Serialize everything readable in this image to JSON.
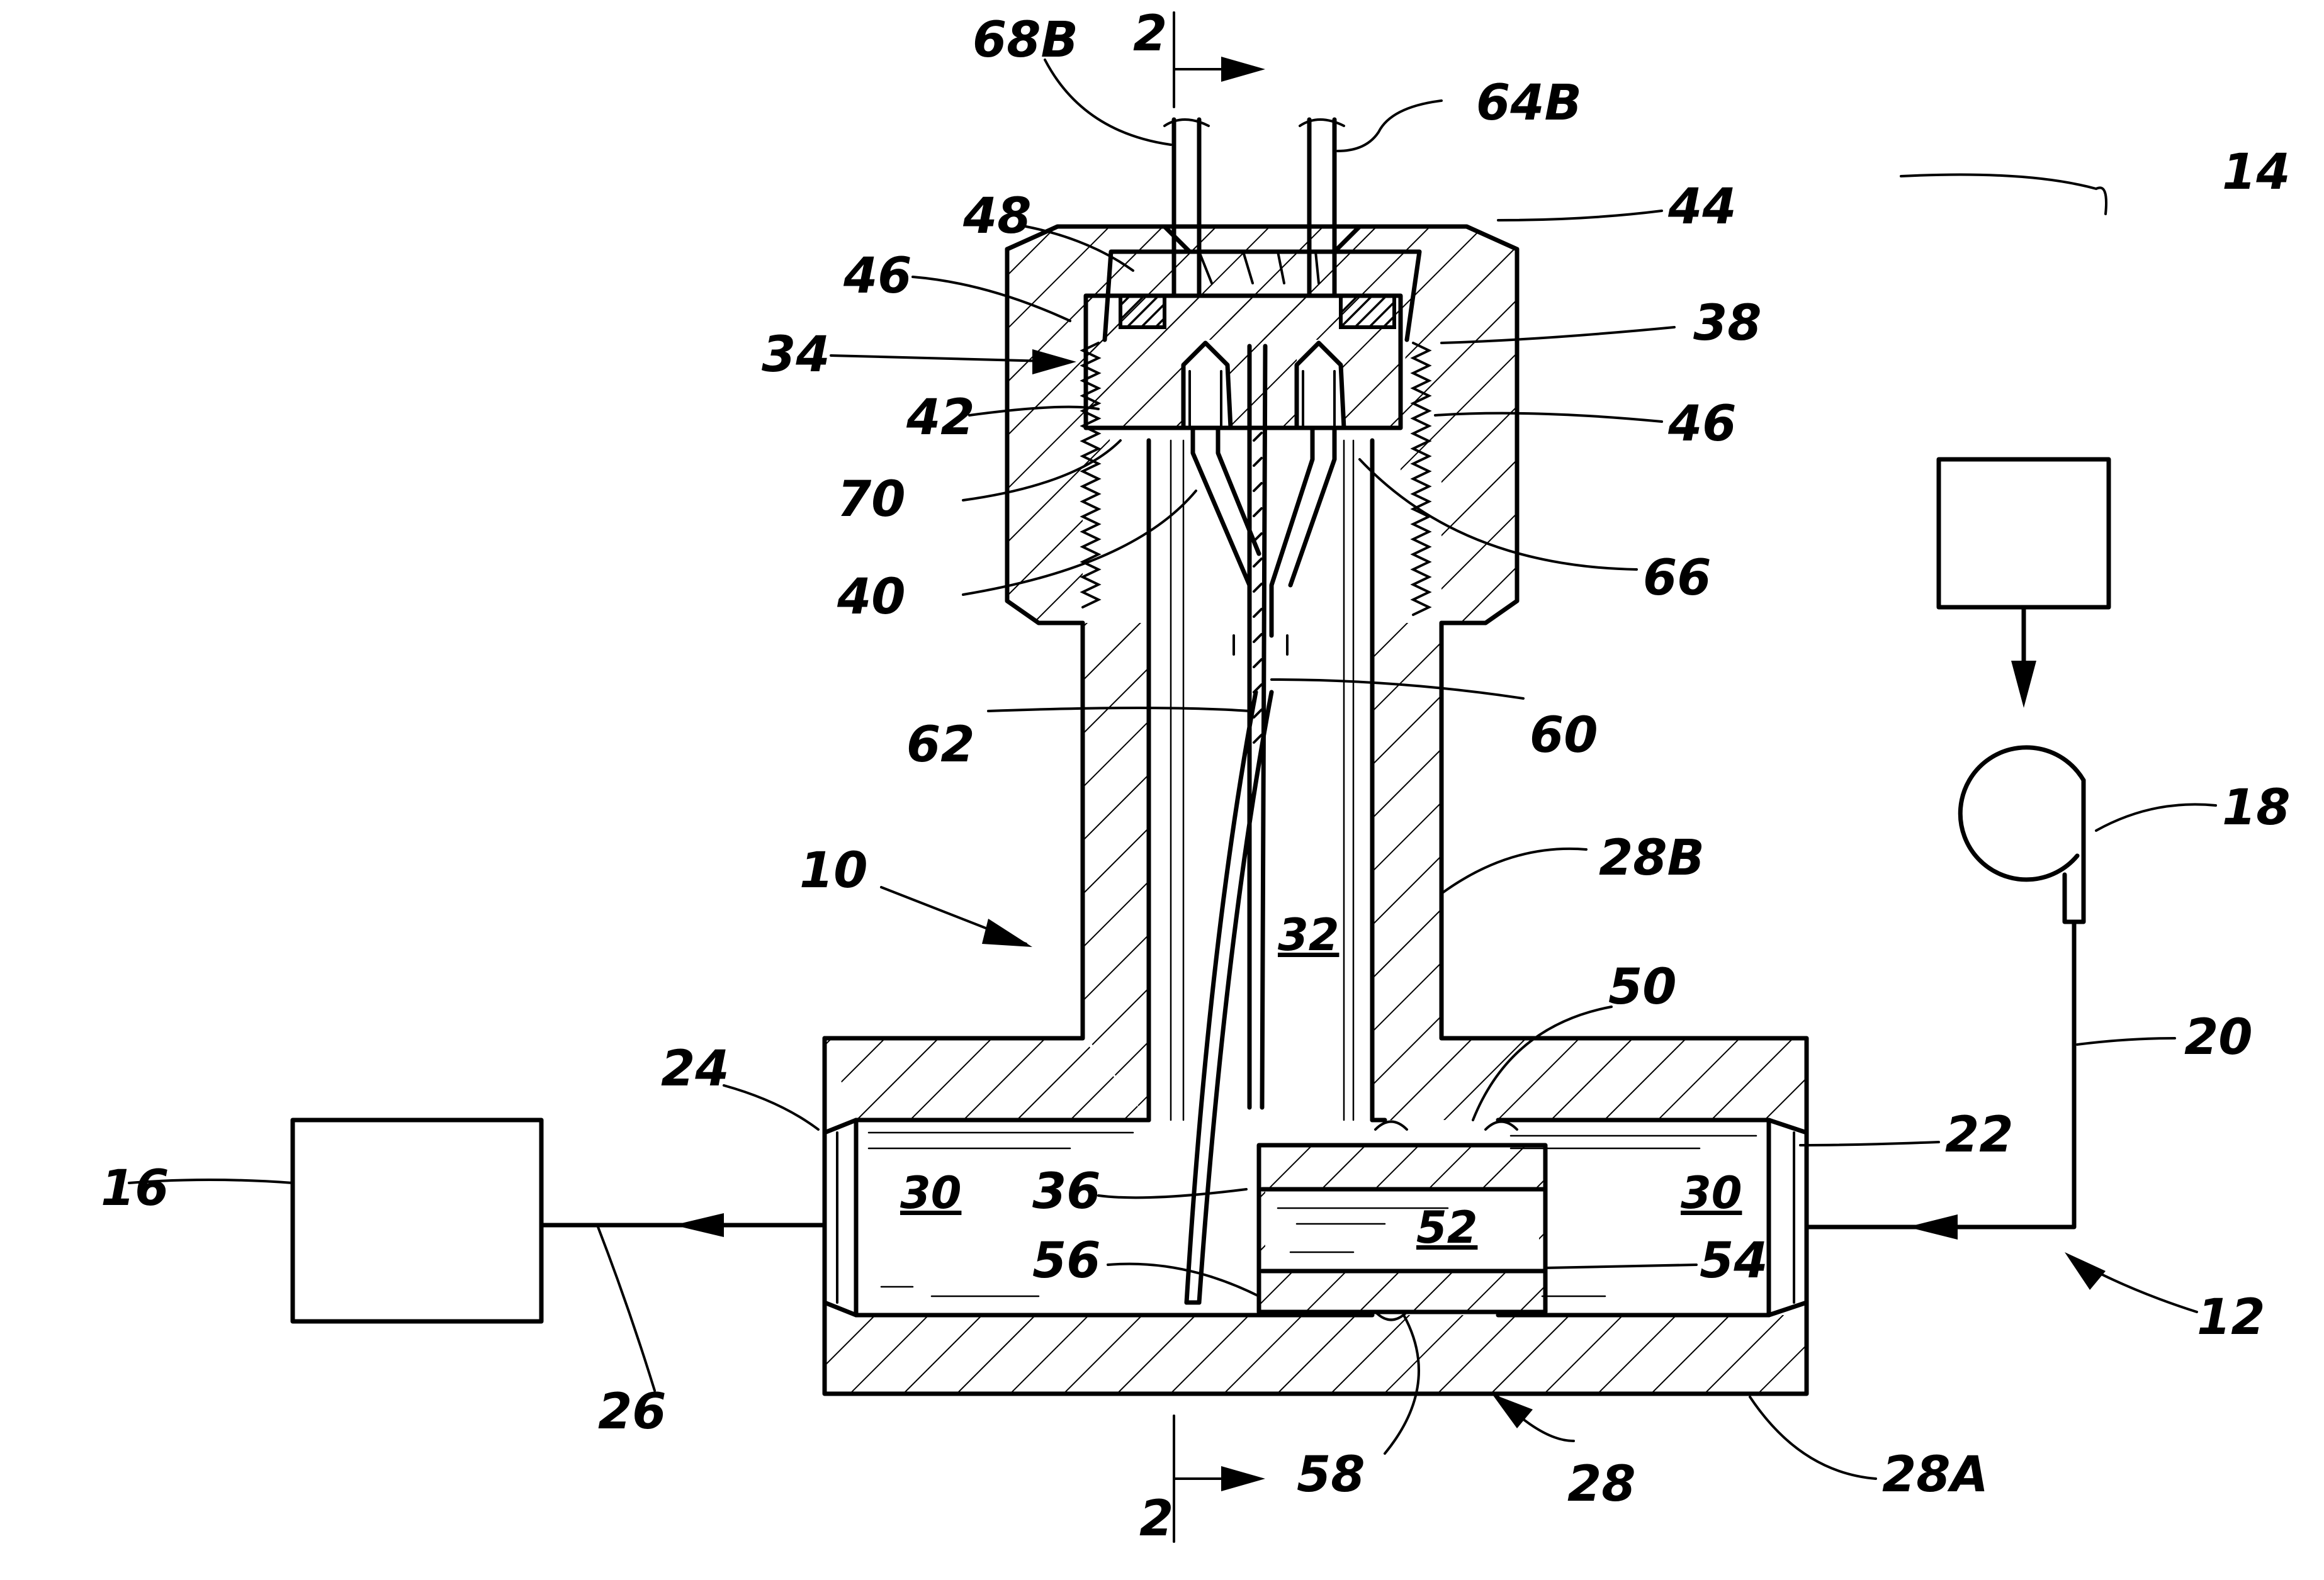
{
  "labels": {
    "l68b": "68B",
    "l2top": "2",
    "l64b": "64B",
    "l48": "48",
    "l44": "44",
    "l46a": "46",
    "l38": "38",
    "l34": "34",
    "l42": "42",
    "l46b": "46",
    "l14": "14",
    "l70": "70",
    "l66": "66",
    "l40": "40",
    "l62": "62",
    "l60": "60",
    "l18": "18",
    "l28b": "28B",
    "l10": "10",
    "l32": "32",
    "l50": "50",
    "l20": "20",
    "l24": "24",
    "l22": "22",
    "l30a": "30",
    "l36": "36",
    "l52": "52",
    "l30b": "30",
    "l16": "16",
    "l56": "56",
    "l54": "54",
    "l12": "12",
    "l26": "26",
    "l58": "58",
    "l28": "28",
    "l28a": "28A",
    "l2bot": "2"
  }
}
